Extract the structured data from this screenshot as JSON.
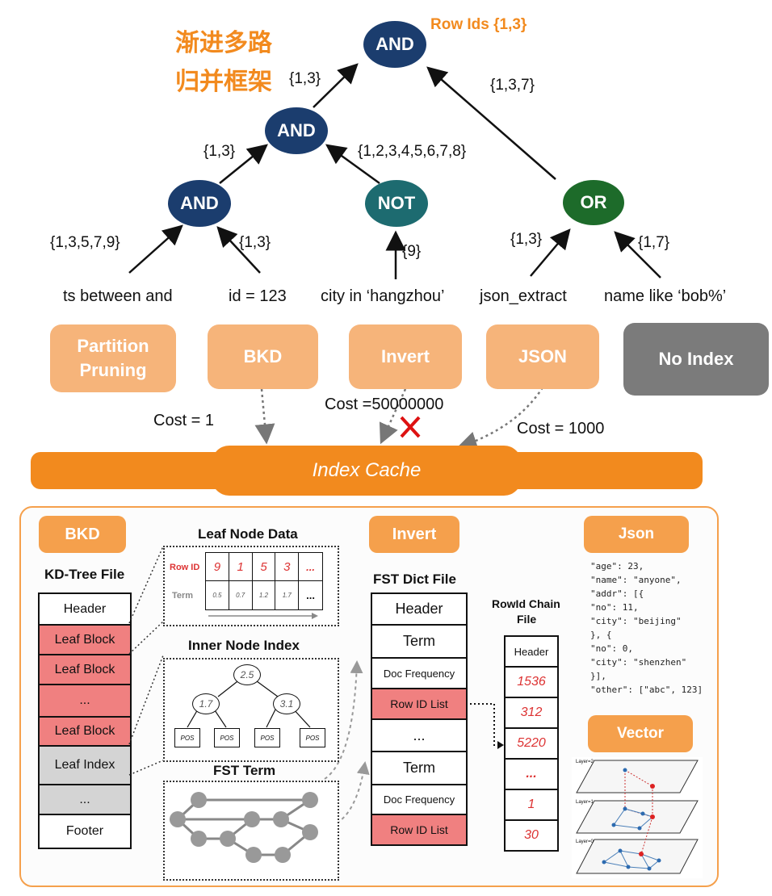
{
  "title": {
    "line1": "渐进多路",
    "line2": "归并框架"
  },
  "row_ids_label": "Row Ids {1,3}",
  "tree": {
    "root": "AND",
    "mid_and": "AND",
    "left_and": "AND",
    "not": "NOT",
    "or": "OR",
    "sets": {
      "root_left": "{1,3}",
      "root_right": "{1,3,7}",
      "mid_left": "{1,3}",
      "mid_right": "{1,2,3,4,5,6,7,8}",
      "ts": "{1,3,5,7,9}",
      "id": "{1,3}",
      "city": "{9}",
      "json": "{1,3}",
      "name": "{1,7}"
    }
  },
  "predicates": [
    "ts between and",
    "id = 123",
    "city in ‘hangzhou’",
    "json_extract",
    "name like ‘bob%’"
  ],
  "index_types": [
    {
      "label": "Partition Pruning",
      "color": "#f6b47a"
    },
    {
      "label": "BKD",
      "color": "#f6b47a"
    },
    {
      "label": "Invert",
      "color": "#f6b47a"
    },
    {
      "label": "JSON",
      "color": "#f6b47a"
    },
    {
      "label": "No Index",
      "color": "#7b7b7b"
    }
  ],
  "costs": {
    "bkd": "Cost = 1",
    "invert": "Cost =50000000",
    "json": "Cost = 1000"
  },
  "index_cache": "Index Cache",
  "bkd_section": {
    "label": "BKD",
    "file_title": "KD-Tree File",
    "rows": [
      "Header",
      "Leaf Block",
      "Leaf Block",
      "...",
      "Leaf Block",
      "Leaf Index",
      "...",
      "Footer"
    ],
    "leaf_node_title": "Leaf Node Data",
    "row_id_label": "Row ID",
    "term_label": "Term",
    "row_ids": [
      "9",
      "1",
      "5",
      "3",
      "..."
    ],
    "terms": [
      "0.5",
      "0.7",
      "1.2",
      "1.7",
      "..."
    ],
    "inner_title": "Inner Node Index",
    "inner_nodes": [
      "2.5",
      "1.7",
      "3.1"
    ],
    "pos": [
      "POS",
      "POS",
      "POS",
      "POS"
    ],
    "fst_title": "FST Term"
  },
  "invert_section": {
    "label": "Invert",
    "file_title": "FST Dict File",
    "rows": [
      "Header",
      "Term",
      "Doc Frequency",
      "Row ID List",
      "...",
      "Term",
      "Doc Frequency",
      "Row ID List"
    ],
    "chain_title_1": "RowId Chain",
    "chain_title_2": "File",
    "chain_rows": [
      "Header",
      "1536",
      "312",
      "5220",
      "...",
      "1",
      "30"
    ]
  },
  "json_section": {
    "label": "Json",
    "lines": [
      "\"age\": 23,",
      "\"name\": \"anyone\",",
      "\"addr\": [{",
      "   \"no\": 11,",
      "   \"city\": \"beijing\"",
      "}, {",
      "   \"no\": 0,",
      "   \"city\": \"shenzhen\"",
      "}],",
      "\"other\": [\"abc\", 123]"
    ]
  },
  "vector_section": {
    "label": "Vector",
    "layers": [
      "Layer=2",
      "Layer=1",
      "Layer=0"
    ]
  },
  "colors": {
    "navy": "#1b3d6e",
    "teal": "#1d6b70",
    "green": "#1d6b2a",
    "orange": "#f5a04c",
    "peach": "#f6b47a",
    "cache": "#f28a1e",
    "red_cell": "#f08080"
  }
}
